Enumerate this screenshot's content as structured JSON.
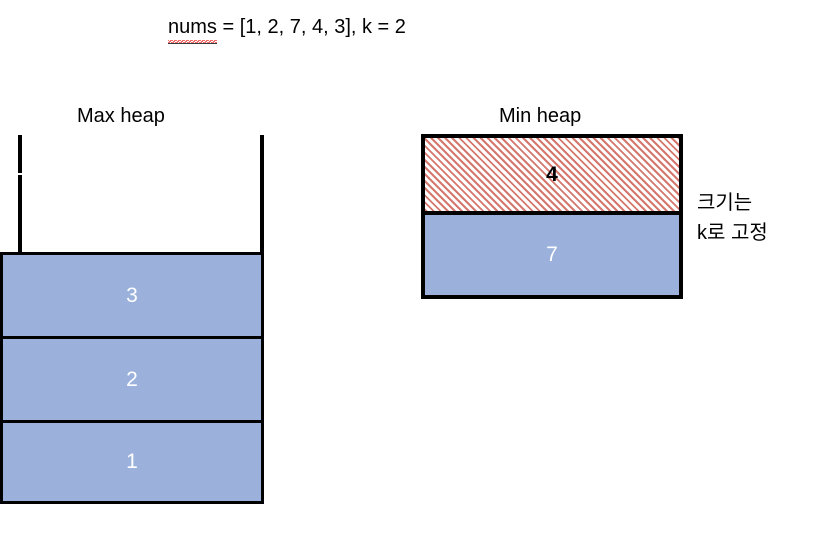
{
  "title": {
    "misspelled_word": "nums",
    "rest": " = [1, 2, 7, 4, 3], k = 2",
    "full": "nums = [1, 2, 7, 4, 3], k = 2"
  },
  "max_heap": {
    "heading": "Max heap",
    "cells": [
      {
        "value": "3"
      },
      {
        "value": "2"
      },
      {
        "value": "1"
      }
    ],
    "container_open_top": true,
    "fill_color": "#9BB1DC",
    "text_color": "#FFFFFF",
    "border_color": "#000000"
  },
  "min_heap": {
    "heading": "Min heap",
    "cells": [
      {
        "value": "4",
        "style": "hatched",
        "hatch_color": "#D4776D",
        "text_color": "#000000",
        "bold": true
      },
      {
        "value": "7",
        "style": "filled",
        "fill_color": "#9BB1DC",
        "text_color": "#FFFFFF",
        "bold": false
      }
    ],
    "border_color": "#000000"
  },
  "annotation": {
    "line1": "크기는",
    "line2": "k로 고정"
  },
  "colors": {
    "blue_fill": "#9BB1DC",
    "hatch_red": "#D4776D",
    "stroke": "#000000",
    "spellcheck_red": "#E53935",
    "background": "#FFFFFF"
  }
}
